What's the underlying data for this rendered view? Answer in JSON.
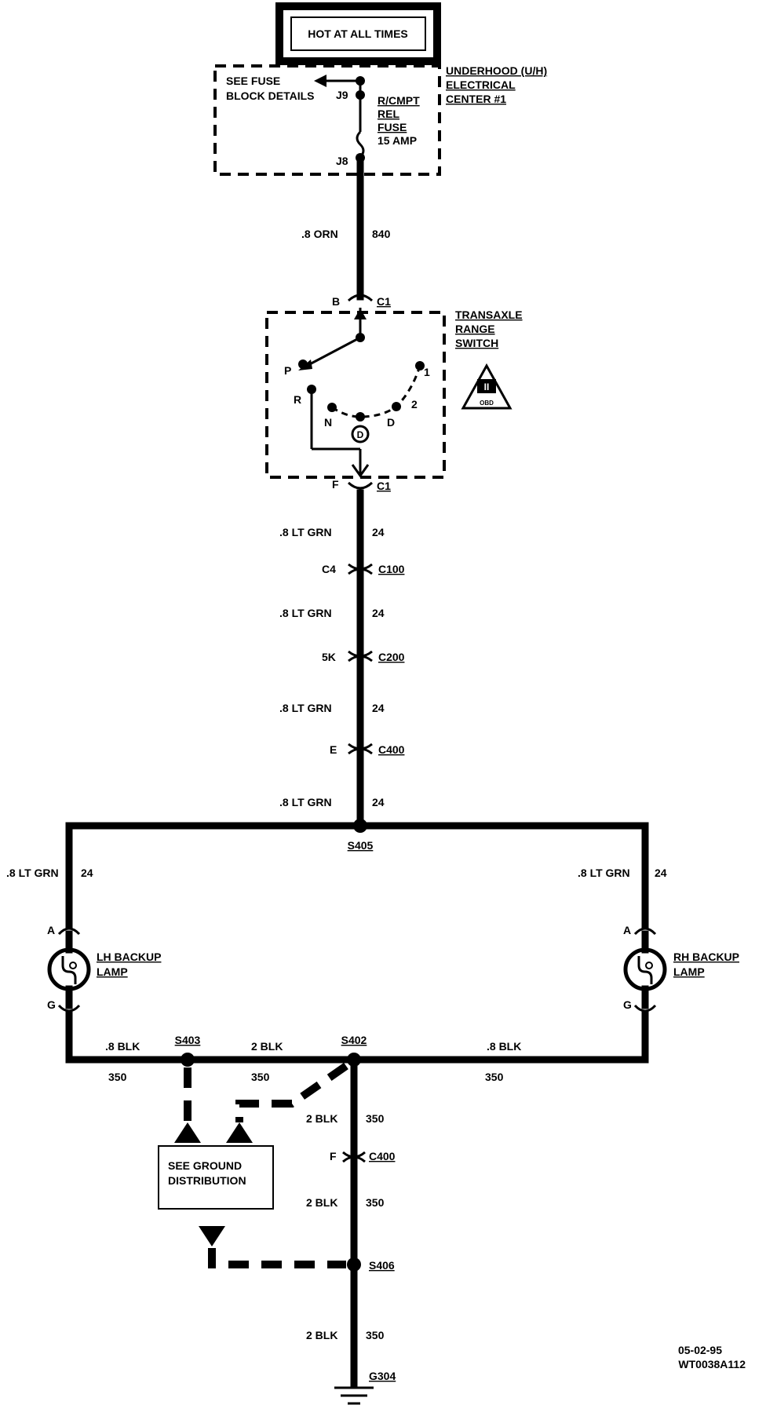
{
  "header": {
    "power_label": "HOT AT ALL TIMES"
  },
  "fuse_block": {
    "see_fuse_line1": "SEE FUSE",
    "see_fuse_line2": "BLOCK DETAILS",
    "terminal_top": "J9",
    "terminal_bottom": "J8",
    "fuse_name_line1": "R/CMPT",
    "fuse_name_line2": "REL",
    "fuse_name_line3": "FUSE",
    "fuse_rating": "15 AMP",
    "center_line1": "UNDERHOOD (U/H)",
    "center_line2": "ELECTRICAL",
    "center_line3": "CENTER #1"
  },
  "wires": {
    "w840_gauge": ".8 ORN",
    "w840_circuit": "840",
    "w24_gauge": ".8 LT GRN",
    "w24_circuit": "24",
    "w350_small_gauge": ".8 BLK",
    "w350_big_gauge": "2 BLK",
    "w350_circuit": "350"
  },
  "switch": {
    "title_line1": "TRANSAXLE",
    "title_line2": "RANGE",
    "title_line3": "SWITCH",
    "pos_p": "P",
    "pos_r": "R",
    "pos_n": "N",
    "pos_d": "D",
    "pos_2": "2",
    "pos_1": "1",
    "overdrive_symbol": "D",
    "obd_badge_text": "II",
    "obd_badge_sub": "OBD"
  },
  "connectors": {
    "c1_name": "C1",
    "c1_pin_in": "B",
    "c1_pin_out": "F",
    "c100_name": "C100",
    "c100_pin": "C4",
    "c200_name": "C200",
    "c200_pin": "5K",
    "c400_name": "C400",
    "c400_pin_top": "E",
    "c400_pin_bottom": "F"
  },
  "splices": {
    "s405": "S405",
    "s403": "S403",
    "s402": "S402",
    "s406": "S406"
  },
  "lamps": {
    "lh_line1": "LH BACKUP",
    "lh_line2": "LAMP",
    "rh_line1": "RH BACKUP",
    "rh_line2": "LAMP",
    "pin_a": "A",
    "pin_g": "G"
  },
  "ground": {
    "box_line1": "SEE GROUND",
    "box_line2": "DISTRIBUTION",
    "g_name": "G304"
  },
  "footer": {
    "date": "05-02-95",
    "code": "WT0038A112"
  }
}
